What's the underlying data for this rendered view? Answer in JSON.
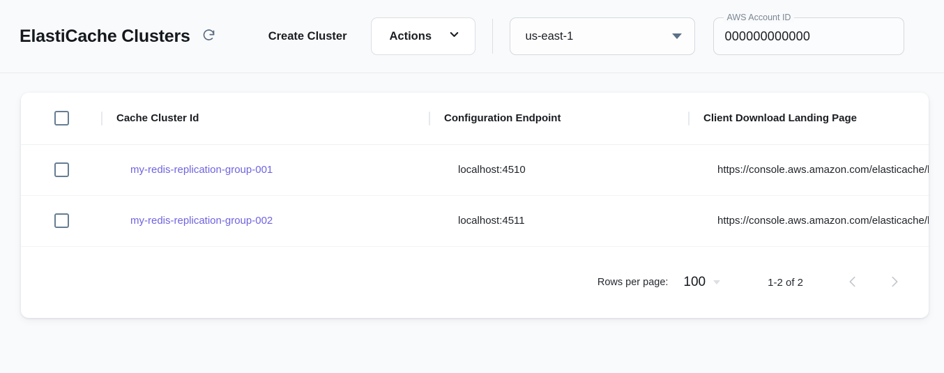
{
  "header": {
    "title": "ElastiCache Clusters",
    "refresh_icon": "refresh-icon",
    "create_cluster_label": "Create Cluster",
    "actions_label": "Actions",
    "actions_caret_icon": "chevron-down-icon",
    "region_value": "us-east-1",
    "region_caret_icon": "caret-down-icon",
    "account_label": "AWS Account ID",
    "account_value": "000000000000"
  },
  "table": {
    "columns": [
      {
        "key": "select",
        "label": ""
      },
      {
        "key": "cluster_id",
        "label": "Cache Cluster Id"
      },
      {
        "key": "config_endpoint",
        "label": "Configuration Endpoint"
      },
      {
        "key": "landing_page",
        "label": "Client Download Landing Page"
      }
    ],
    "rows": [
      {
        "cluster_id": "my-redis-replication-group-001",
        "config_endpoint": "localhost:4510",
        "landing_page": "https://console.aws.amazon.com/elasticache/home"
      },
      {
        "cluster_id": "my-redis-replication-group-002",
        "config_endpoint": "localhost:4511",
        "landing_page": "https://console.aws.amazon.com/elasticache/home"
      }
    ]
  },
  "pagination": {
    "rows_per_page_label": "Rows per page:",
    "rows_per_page_value": "100",
    "range_label": "1-2 of 2",
    "prev_icon": "chevron-left-icon",
    "next_icon": "chevron-right-icon"
  },
  "colors": {
    "link": "#6f63e0",
    "page_bg": "#f8fafc",
    "card_bg": "#ffffff",
    "checkbox_border": "#657d93"
  }
}
